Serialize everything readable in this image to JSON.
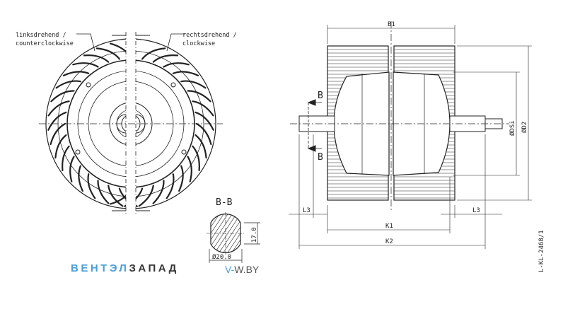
{
  "front_view": {
    "label_left_line1": "linksdrehend /",
    "label_left_line2": "counterclockwise",
    "label_right_line1": "rechtsdrehend /",
    "label_right_line2": "clockwise"
  },
  "section": {
    "title": "B-B",
    "diameter": "Ø20.0",
    "height": "17.0"
  },
  "side_view": {
    "b1": "B1",
    "k1": "K1",
    "k2": "K2",
    "l3_left": "L3",
    "l3_right": "L3",
    "dsi": "ØDSi",
    "d2": "ØD2",
    "section_mark_top": "B",
    "section_mark_bottom": "B"
  },
  "drawing_id": "L-KL-2468/1",
  "watermark": {
    "part1": "ВЕНТЭЛ",
    "part2": "ЗАПАД",
    "site_prefix": "V-",
    "site_rest": "W.BY"
  }
}
